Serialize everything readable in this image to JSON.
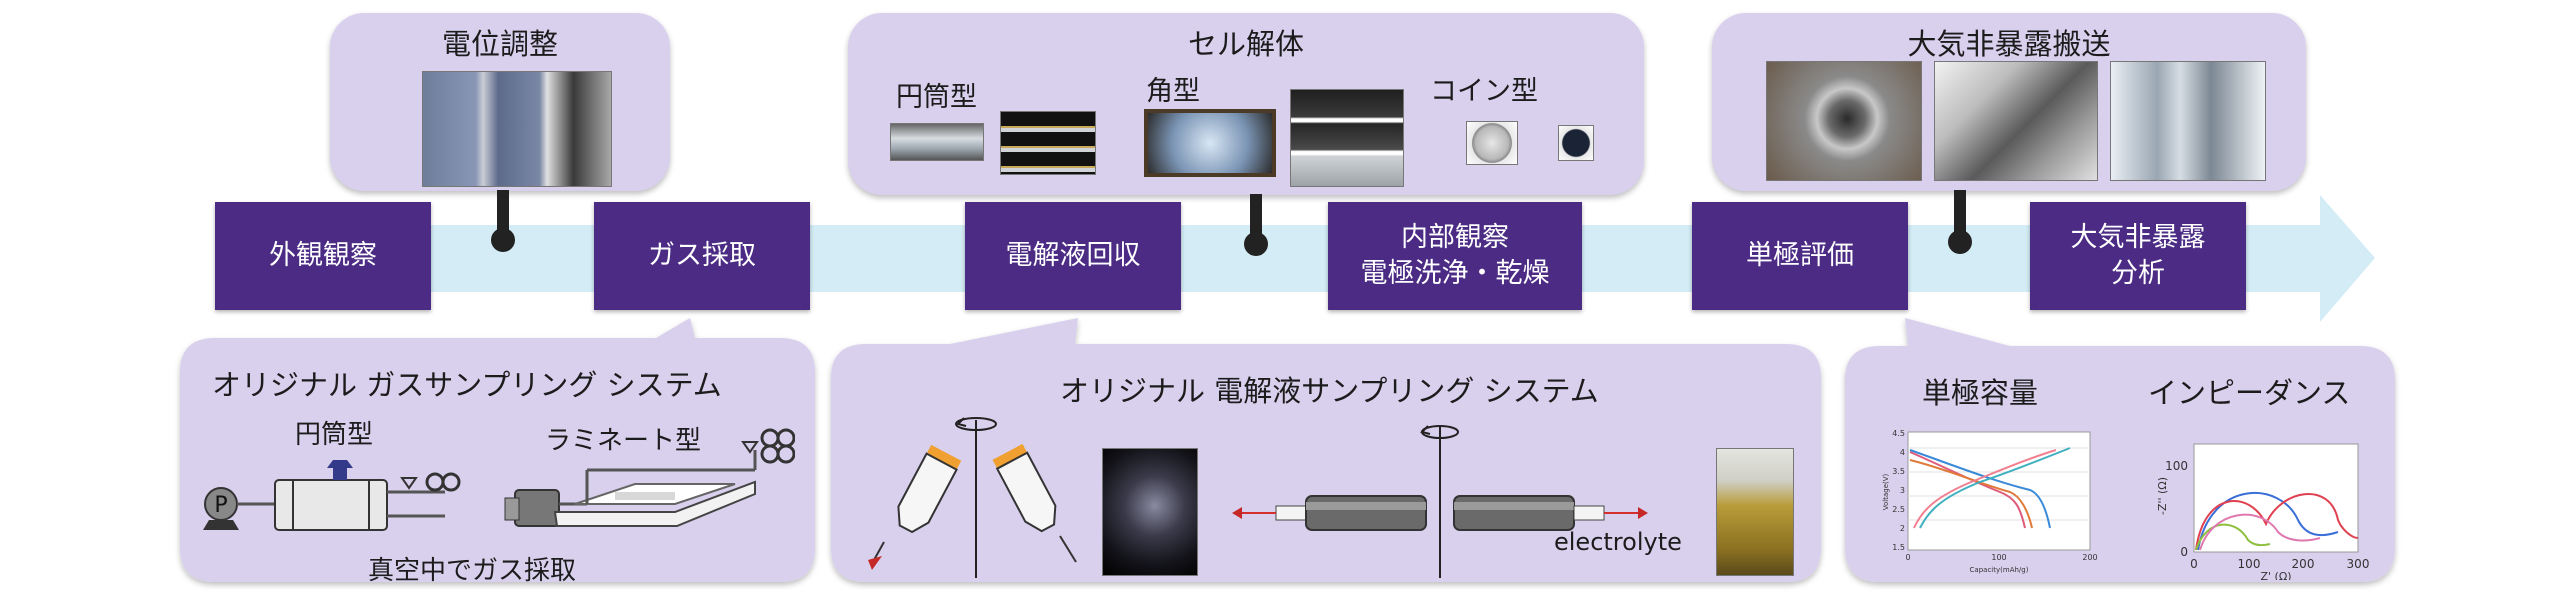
{
  "colors": {
    "arrow": "#d3ecf5",
    "step_fill": "#4b2b84",
    "panel_fill": "#d9d0ee",
    "connector": "#222222",
    "red": "#d32f2f",
    "blue": "#2f6fd3",
    "green": "#8fbf3f",
    "orange": "#f0a030"
  },
  "top_panels": {
    "potential": {
      "title": "電位調整"
    },
    "disassembly": {
      "title": "セル解体",
      "labels": {
        "cylindrical": "円筒型",
        "prismatic": "角型",
        "coin": "コイン型"
      }
    },
    "transfer": {
      "title": "大気非暴露搬送"
    }
  },
  "steps": [
    {
      "line1": "外観観察",
      "line2": ""
    },
    {
      "line1": "ガス採取",
      "line2": ""
    },
    {
      "line1": "電解液回収",
      "line2": ""
    },
    {
      "line1": "内部観察",
      "line2": "電極洗浄・乾燥"
    },
    {
      "line1": "単極評価",
      "line2": ""
    },
    {
      "line1": "大気非暴露",
      "line2": "分析"
    }
  ],
  "gas_panel": {
    "title": "オリジナル ガスサンプリング システム",
    "cylindrical_label": "円筒型",
    "laminate_label": "ラミネート型",
    "pump_symbol": "P",
    "caption": "真空中でガス採取"
  },
  "electrolyte_panel": {
    "title": "オリジナル 電解液サンプリング システム",
    "electrolyte_label": "electrolyte"
  },
  "evaluation_panel": {
    "capacity_title": "単極容量",
    "impedance_title": "インピーダンス",
    "capacity_chart": {
      "type": "line",
      "xlabel": "Capacity(mAh/g)",
      "ylabel": "Voltage(V)",
      "xticks": [
        "0",
        "100",
        "200"
      ],
      "yticks": [
        "1.5",
        "2",
        "2.5",
        "3",
        "3.5",
        "4",
        "4.5"
      ],
      "xlim": [
        0,
        200
      ],
      "ylim": [
        1.5,
        4.5
      ]
    },
    "impedance_chart": {
      "type": "line",
      "xlabel": "Z' (Ω)",
      "ylabel": "-Z'' (Ω)",
      "xticks": [
        "0",
        "100",
        "200",
        "300"
      ],
      "yticks": [
        "0",
        "100"
      ],
      "xlim": [
        0,
        300
      ],
      "ylim": [
        0,
        120
      ]
    }
  }
}
